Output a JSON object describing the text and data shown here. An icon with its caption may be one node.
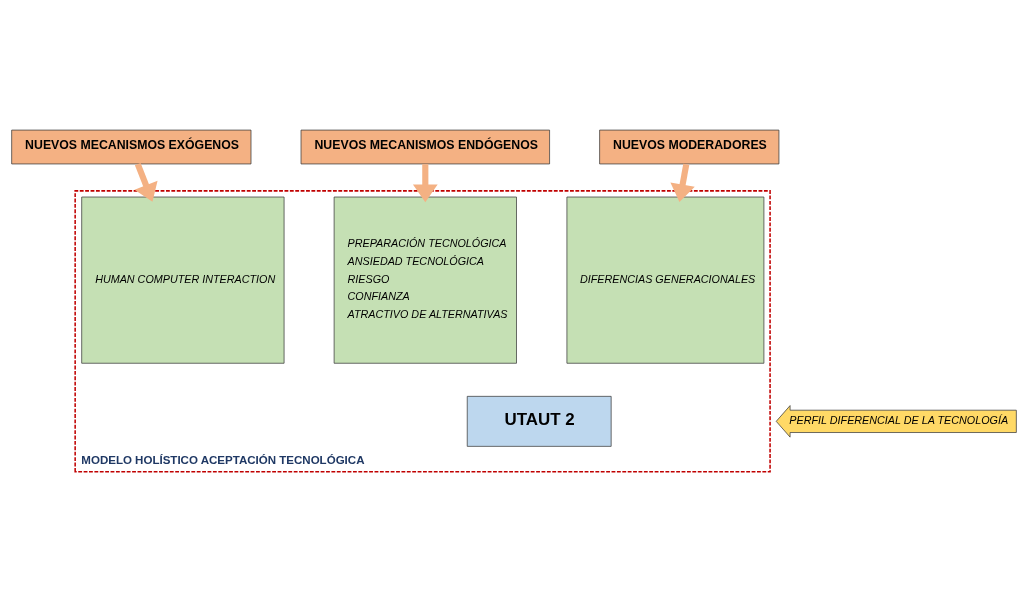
{
  "diagram": {
    "nodes": [
      {
        "text": [
          "MODELO HOLÍSTICO ACEPTACIÓN TECNOLÓGICA"
        ]
      },
      {
        "text": [
          "NUEVOS MECANISMOS EXÓGENOS"
        ]
      },
      {
        "text": [
          "NUEVOS MECANISMOS ENDÓGENOS"
        ]
      },
      {
        "text": [
          "NUEVOS MODERADORES"
        ]
      },
      {
        "text": [
          "HUMAN COMPUTER INTERACTION"
        ],
        "in": 0
      },
      {
        "text": [
          "PREPARACIÓN TECNOLÓGICA",
          "ANSIEDAD TECNOLÓGICA",
          "RIESGO",
          "CONFIANZA",
          "ATRACTIVO DE ALTERNATIVAS"
        ],
        "in": 0
      },
      {
        "text": [
          "DIFERENCIAS GENERACIONALES"
        ],
        "in": 0
      },
      {
        "text": [
          "UTAUT 2"
        ],
        "in": 0
      },
      {
        "text": [
          "PERFIL DIFERENCIAL DE LA TECNOLOGÍA"
        ]
      }
    ],
    "edges": [
      {
        "from": 1,
        "to": 4,
        "arrow": "to"
      },
      {
        "from": 2,
        "to": 5,
        "arrow": "to"
      },
      {
        "from": 3,
        "to": 6,
        "arrow": "to"
      }
    ]
  }
}
